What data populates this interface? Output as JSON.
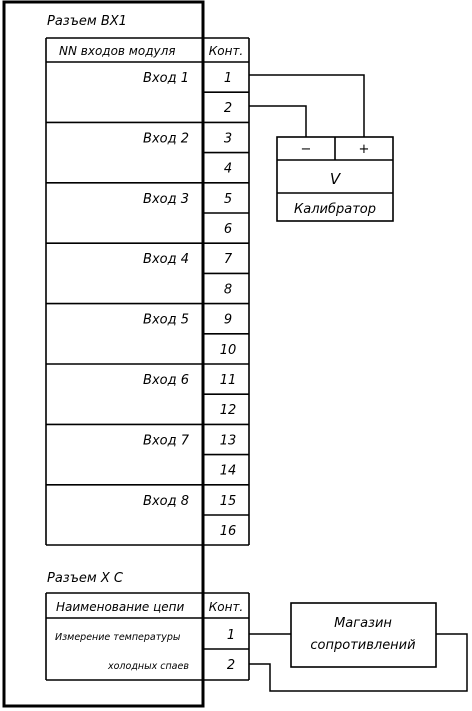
{
  "connector_bx1": {
    "title": "Разъем ВХ1",
    "col_header_inputs": "NN входов модуля",
    "col_header_contacts": "Конт.",
    "inputs": [
      "Вход 1",
      "Вход 2",
      "Вход 3",
      "Вход 4",
      "Вход 5",
      "Вход 6",
      "Вход 7",
      "Вход 8"
    ],
    "contacts": [
      "1",
      "2",
      "3",
      "4",
      "5",
      "6",
      "7",
      "8",
      "9",
      "10",
      "11",
      "12",
      "13",
      "14",
      "15",
      "16"
    ]
  },
  "calibrator": {
    "minus": "−",
    "plus": "+",
    "unit": "V",
    "label": "Калибратор"
  },
  "connector_xc": {
    "title": "Разъем Х С",
    "col_header_circuit": "Наименование цепи",
    "col_header_contacts": "Конт.",
    "circuit_line1": "Измерение температуры",
    "circuit_line2": "холодных спаев",
    "contacts": [
      "1",
      "2"
    ]
  },
  "resistance_box": {
    "line1": "Магазин",
    "line2": "сопротивлений"
  }
}
